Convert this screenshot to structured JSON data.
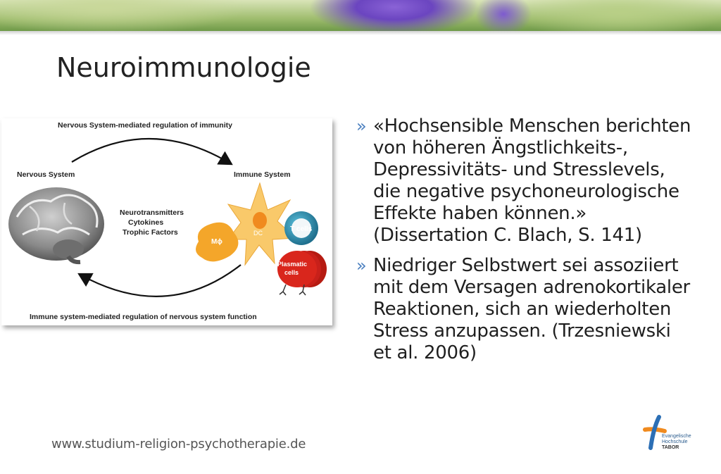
{
  "slide": {
    "title": "Neuroimmunologie",
    "footer_url": "www.studium-religion-psychotherapie.de"
  },
  "figure": {
    "top_label": "Nervous System-mediated regulation of immunity",
    "left_label": "Nervous System",
    "right_label": "Immune System",
    "center_lines": [
      "Neurotransmitters",
      "Cytokines",
      "Trophic Factors"
    ],
    "cell_labels": {
      "macrophage": "Mϕ",
      "dc": "DC",
      "tcells": "T cells",
      "plasmatic": [
        "Plasmatic",
        "cells"
      ]
    },
    "bottom_label": "Immune system-mediated regulation of nervous system function",
    "colors": {
      "macrophage": "#f4a62a",
      "dc": "#f9c96a",
      "tcells": "#2e8fb0",
      "plasmatic": "#d9261c",
      "brain": "#8a8a8a"
    }
  },
  "bullets": [
    {
      "marker": "»",
      "text": "«Hochsensible Menschen berichten von höheren Ängstlichkeits-, Depressivitäts- und Stresslevels, die negative psychoneurologische Effekte haben können.» (Dissertation  C. Blach, S. 141)"
    },
    {
      "marker": "»",
      "text": "Niedriger Selbstwert sei assoziiert mit dem Versagen adrenokortikaler Reaktionen, sich an wiederholten Stress anzupassen. (Trzesniewski et al. 2006)"
    }
  ],
  "logo": {
    "lines": [
      "Evangelische",
      "Hochschule",
      "TABOR"
    ],
    "colors": {
      "orange": "#f08a1e",
      "blue": "#2c6fb5"
    }
  }
}
